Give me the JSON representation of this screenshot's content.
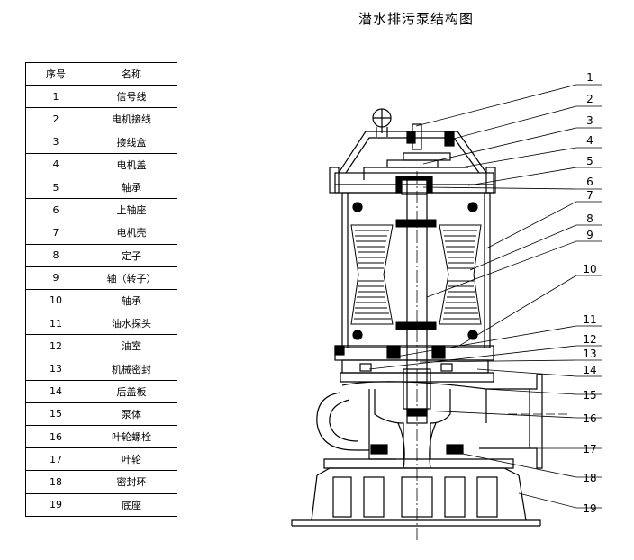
{
  "title": "潜水排污泵结构图",
  "table": {
    "headers": [
      "序号",
      "名称"
    ],
    "rows": [
      [
        "1",
        "信号线"
      ],
      [
        "2",
        "电机接线"
      ],
      [
        "3",
        "接线盒"
      ],
      [
        "4",
        "电机盖"
      ],
      [
        "5",
        "轴承"
      ],
      [
        "6",
        "上轴座"
      ],
      [
        "7",
        "电机壳"
      ],
      [
        "8",
        "定子"
      ],
      [
        "9",
        "轴（转子）"
      ],
      [
        "10",
        "轴承"
      ],
      [
        "11",
        "油水探头"
      ],
      [
        "12",
        "油室"
      ],
      [
        "13",
        "机械密封"
      ],
      [
        "14",
        "后盖板"
      ],
      [
        "15",
        "泵体"
      ],
      [
        "16",
        "叶轮螺栓"
      ],
      [
        "17",
        "叶轮"
      ],
      [
        "18",
        "密封环"
      ],
      [
        "19",
        "底座"
      ]
    ]
  },
  "callouts": [
    "1",
    "2",
    "3",
    "4",
    "5",
    "6",
    "7",
    "8",
    "9",
    "10",
    "11",
    "12",
    "13",
    "14",
    "15",
    "16",
    "17",
    "18",
    "19"
  ]
}
